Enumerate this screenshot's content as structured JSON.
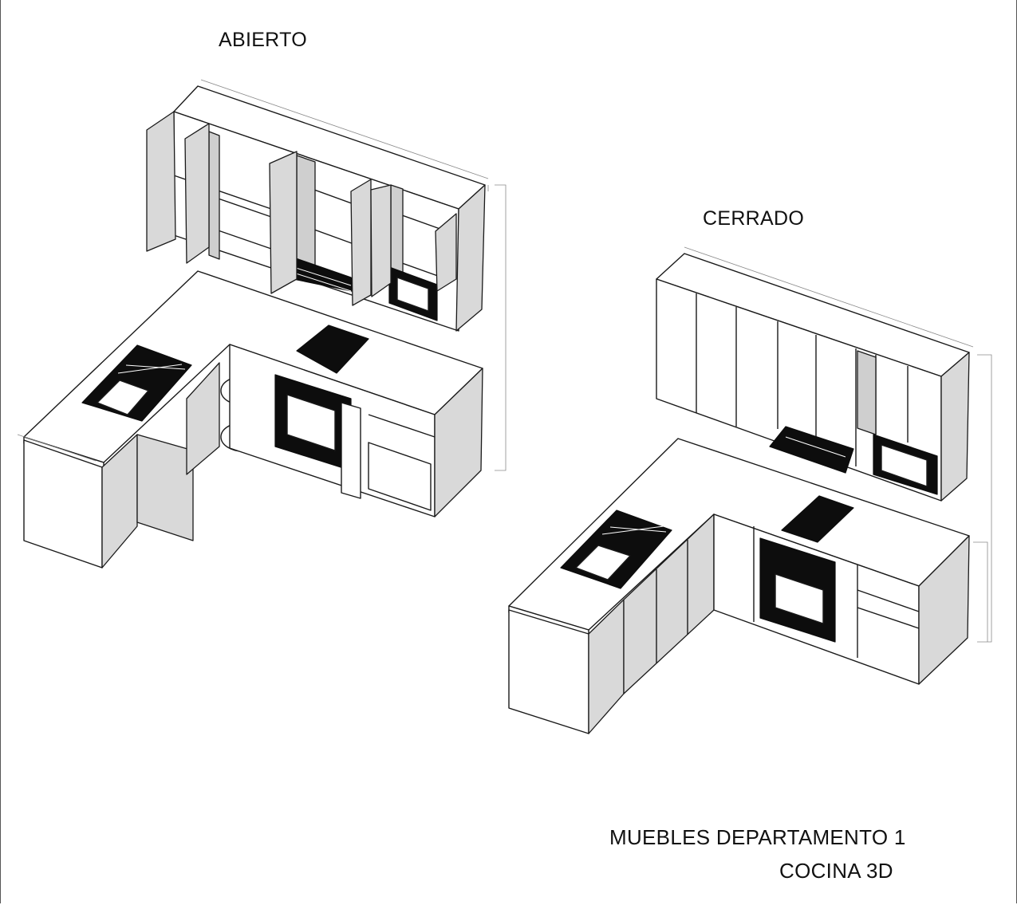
{
  "labels": {
    "open_title": "ABIERTO",
    "closed_title": "CERRADO",
    "caption_line1": "MUEBLES DEPARTAMENTO 1",
    "caption_line2": "COCINA  3D"
  }
}
